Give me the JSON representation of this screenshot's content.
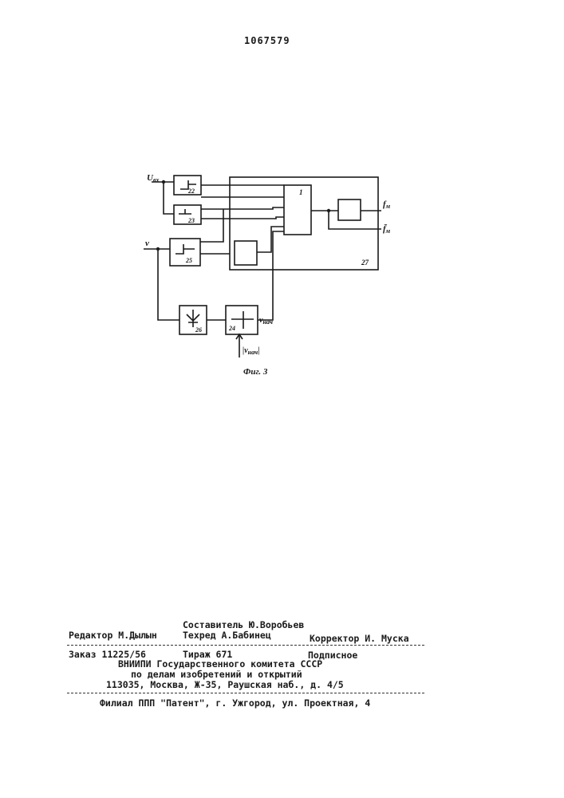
{
  "patent_number": "1067579",
  "diagram": {
    "caption": "Фиг. 3",
    "blocks": {
      "b22": "22",
      "b23": "23",
      "b25": "25",
      "b26": "26",
      "b24": "24",
      "b1": "1",
      "b27": "27"
    },
    "signals": {
      "u_in": "U",
      "u_in_sub": "вх",
      "nu": "ν",
      "f_out": "f",
      "f_out_sub": "м",
      "fbar_out": "f̄",
      "fbar_out_sub": "м",
      "nu_start": "ν",
      "nu_start_sub": "нач",
      "nu_start_abs": "|ν",
      "nu_start_abs_sub": "нач",
      "nu_start_abs_end": "|"
    }
  },
  "imprint": {
    "compiler": "Составитель Ю.Воробьев",
    "editor": "Редактор М.Дылын",
    "techred": "Техред А.Бабинец",
    "corrector": "Корректор И. Муска",
    "order": "Заказ 11225/56",
    "circulation": "Тираж 671",
    "subscription": "Подписное",
    "org_line1": "ВНИИПИ Государственного комитета СССР",
    "org_line2": "по делам изобретений и открытий",
    "address": "113035, Москва, Ж-35, Раушская наб., д. 4/5",
    "branch": "Филиал ППП \"Патент\", г. Ужгород, ул. Проектная, 4"
  }
}
